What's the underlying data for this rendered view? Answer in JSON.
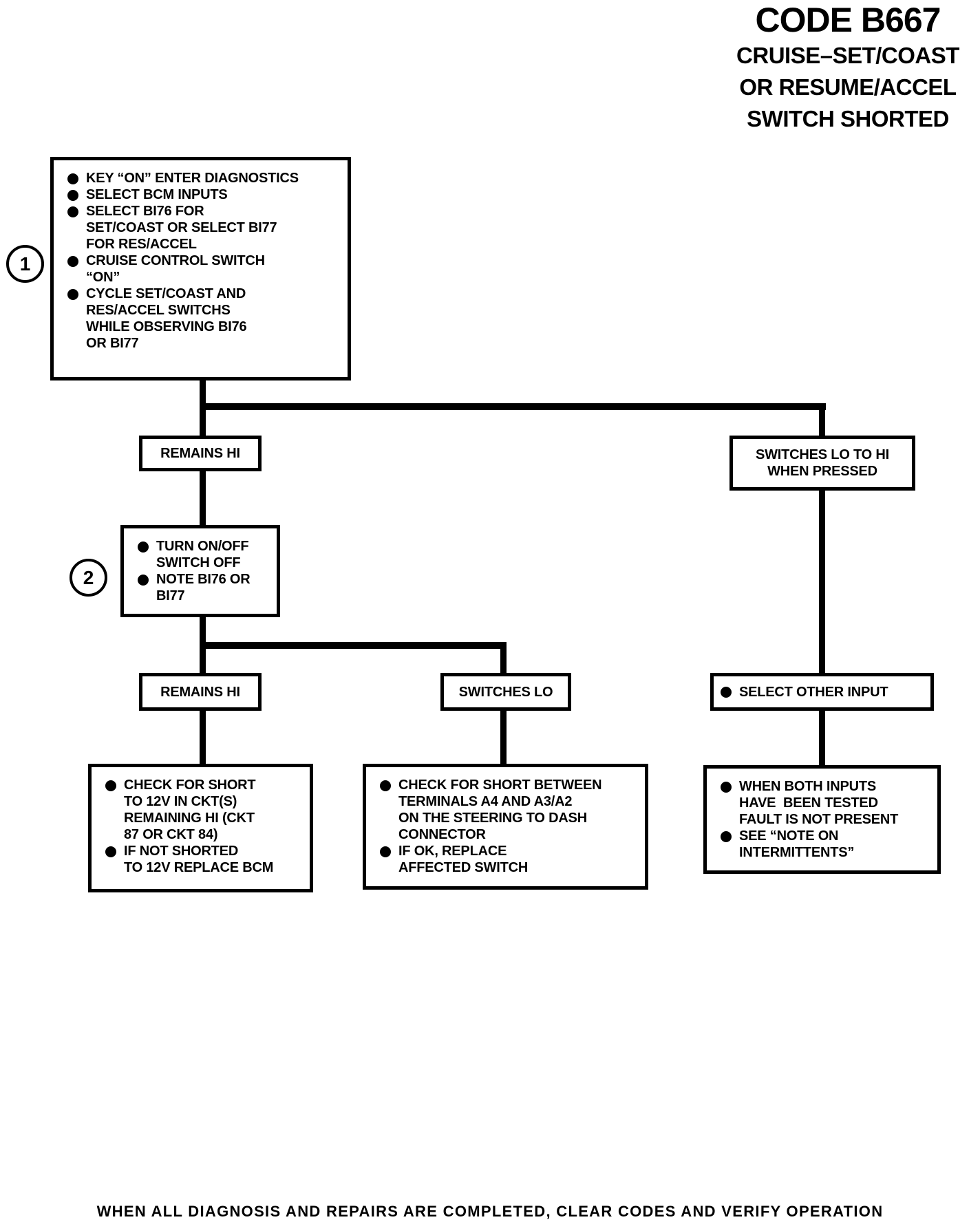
{
  "title": {
    "code": "CODE B667",
    "subtitle_lines": [
      "CRUISE–SET/COAST",
      "OR RESUME/ACCEL",
      "SWITCH SHORTED"
    ]
  },
  "flow": {
    "step1": {
      "number": "1",
      "bullets": [
        "KEY “ON” ENTER DIAGNOSTICS",
        "SELECT BCM INPUTS",
        "SELECT BI76 FOR\nSET/COAST OR SELECT BI77\nFOR RES/ACCEL",
        "CRUISE CONTROL SWITCH\n“ON”",
        "CYCLE SET/COAST AND\nRES/ACCEL SWITCHS\nWHILE OBSERVING BI76\nOR BI77"
      ]
    },
    "labels": {
      "remains_hi_1": "REMAINS HI",
      "switches_lo_to_hi": "SWITCHES LO TO HI\nWHEN PRESSED",
      "remains_hi_2": "REMAINS HI",
      "switches_lo": "SWITCHES LO"
    },
    "step2": {
      "number": "2",
      "bullets": [
        "TURN ON/OFF\nSWITCH OFF",
        "NOTE BI76 OR\nBI77"
      ]
    },
    "select_other_input": {
      "bullets": [
        "SELECT OTHER INPUT"
      ]
    },
    "check_short_12v": {
      "bullets": [
        "CHECK FOR SHORT\nTO 12V IN CKT(S)\nREMAINING HI (CKT\n87 OR CKT 84)",
        "IF NOT SHORTED\nTO 12V REPLACE BCM"
      ]
    },
    "check_short_terminals": {
      "bullets": [
        "CHECK FOR SHORT BETWEEN\nTERMINALS A4 AND A3/A2\nON THE STEERING TO DASH\nCONNECTOR",
        "IF OK, REPLACE\nAFFECTED SWITCH"
      ]
    },
    "fault_not_present": {
      "bullets": [
        "WHEN BOTH INPUTS\nHAVE  BEEN TESTED\nFAULT IS NOT PRESENT",
        "SEE “NOTE ON\nINTERMITTENTS”"
      ]
    }
  },
  "footer": "WHEN ALL DIAGNOSIS AND REPAIRS ARE COMPLETED, CLEAR CODES AND VERIFY OPERATION",
  "colors": {
    "ink": "#000000",
    "paper": "#ffffff"
  }
}
